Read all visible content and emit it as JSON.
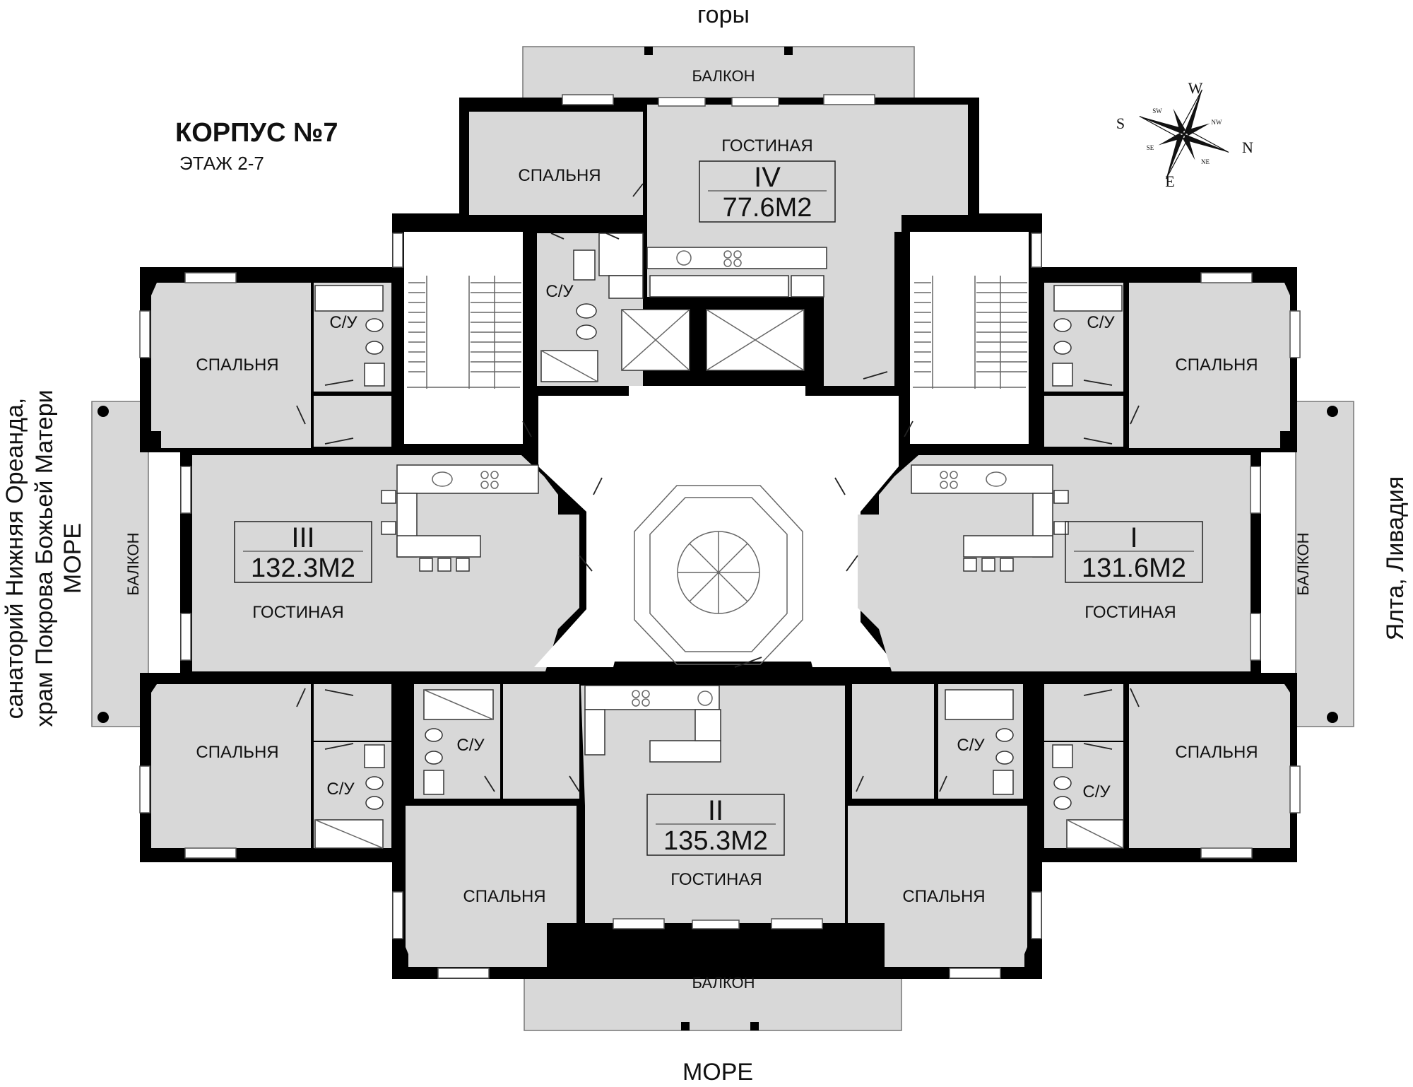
{
  "header": {
    "title": "КОРПУС №7",
    "subtitle": "ЭТАЖ 2-7"
  },
  "directions": {
    "top": "горы",
    "bottom": "МОРЕ",
    "right": "Ялта, Ливадия",
    "left_line1": "санаторий Нижняя Ореанда,",
    "left_line2": "храм Покрова Божьей Матери",
    "left_line3": "МОРЕ"
  },
  "compass": {
    "north": "N",
    "south": "S",
    "east": "E",
    "west": "W",
    "nw": "NW",
    "ne": "NE",
    "sw": "SW",
    "se": "SE"
  },
  "units": [
    {
      "number": "I",
      "area": "131.6М2"
    },
    {
      "number": "II",
      "area": "135.3М2"
    },
    {
      "number": "III",
      "area": "132.3М2"
    },
    {
      "number": "IV",
      "area": "77.6М2"
    }
  ],
  "labels": {
    "balcony": "БАЛКОН",
    "living": "ГОСТИНАЯ",
    "bedroom": "СПАЛЬНЯ",
    "bathroom": "С/У"
  },
  "colors": {
    "room_fill": "#d8d8d8",
    "wall": "#000000"
  }
}
